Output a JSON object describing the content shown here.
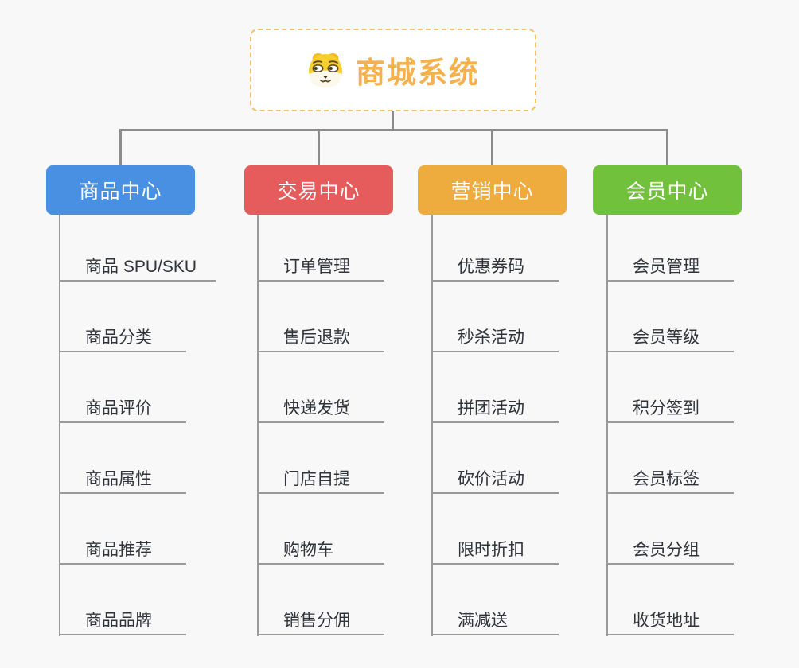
{
  "root": {
    "title": "商城系统",
    "icon": "shiba-dog",
    "title_color": "#f6b14e",
    "border_color": "#f2c36e"
  },
  "colors": {
    "background": "#f8f8f8",
    "connector": "#8c8c8c",
    "leaf_line": "#9a9a9a",
    "leaf_text": "#31343a",
    "branch_blue": "#4a90e2",
    "branch_red": "#e65c5c",
    "branch_orange": "#efac3e",
    "branch_green": "#72c13c"
  },
  "branches": [
    {
      "label": "商品中心",
      "color": "#4a90e2",
      "items": [
        "商品 SPU/SKU",
        "商品分类",
        "商品评价",
        "商品属性",
        "商品推荐",
        "商品品牌"
      ]
    },
    {
      "label": "交易中心",
      "color": "#e65c5c",
      "items": [
        "订单管理",
        "售后退款",
        "快递发货",
        "门店自提",
        "购物车",
        "销售分佣"
      ]
    },
    {
      "label": "营销中心",
      "color": "#efac3e",
      "items": [
        "优惠券码",
        "秒杀活动",
        "拼团活动",
        "砍价活动",
        "限时折扣",
        "满减送"
      ]
    },
    {
      "label": "会员中心",
      "color": "#72c13c",
      "items": [
        "会员管理",
        "会员等级",
        "积分签到",
        "会员标签",
        "会员分组",
        "收货地址"
      ]
    }
  ]
}
